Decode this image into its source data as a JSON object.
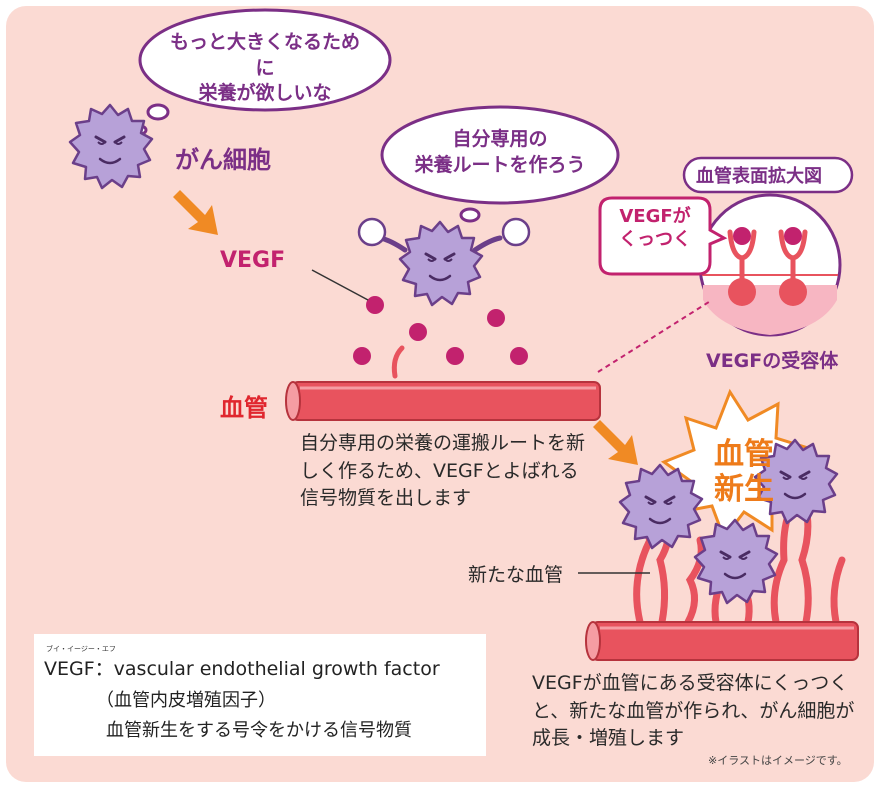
{
  "bubbles": {
    "cancer_thought": "もっと大きくなるために\n栄養が欲しいな",
    "route_thought": "自分専用の\n栄養ルートを作ろう",
    "vegf_attach": "VEGFが\nくっつく"
  },
  "labels": {
    "cancer_cell": "がん細胞",
    "vegf": "VEGF",
    "blood_vessel": "血管",
    "new_vessel": "新たな血管",
    "zoom_title": "血管表面拡大図",
    "receptor": "VEGFの受容体",
    "angiogenesis": "血管\n新生"
  },
  "texts": {
    "description_1": "自分専用の栄養の運搬ルートを新しく作るため、VEGFとよばれる信号物質を出します",
    "description_2": "VEGFが血管にある受容体にくっつくと、新たな血管が作られ、がん細胞が成長・増殖します",
    "note": "※イラストはイメージです。"
  },
  "definition": {
    "ruby": "ブイ・イージー・エフ",
    "term_line": "VEGF：vascular endothelial growth factor",
    "line2": "（血管内皮増殖因子）",
    "line3": "血管新生をする号令をかける信号物質"
  },
  "colors": {
    "background": "#fbdad3",
    "cancer_cell": "#b7a1d8",
    "accent_purple": "#7b2f86",
    "vegf_magenta": "#c2226e",
    "vessel_red": "#e8535e",
    "arrow_orange": "#f08a24"
  }
}
